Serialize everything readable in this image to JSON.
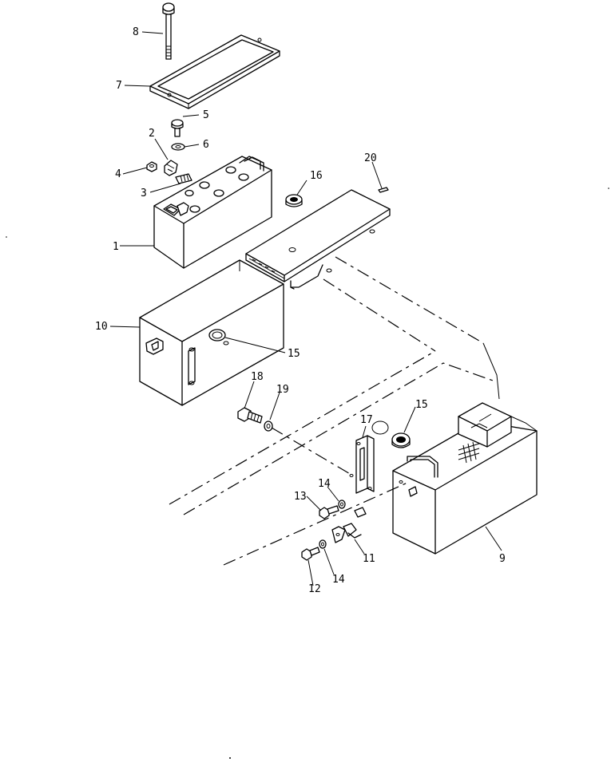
{
  "callouts": {
    "c1": "1",
    "c2": "2",
    "c3": "3",
    "c4": "4",
    "c5": "5",
    "c6": "6",
    "c7": "7",
    "c8": "8",
    "c9": "9",
    "c10": "10",
    "c11": "11",
    "c12": "12",
    "c13": "13",
    "c14a": "14",
    "c14b": "14",
    "c15a": "15",
    "c15b": "15",
    "c16": "16",
    "c17": "17",
    "c18": "18",
    "c19": "19",
    "c20": "20"
  }
}
